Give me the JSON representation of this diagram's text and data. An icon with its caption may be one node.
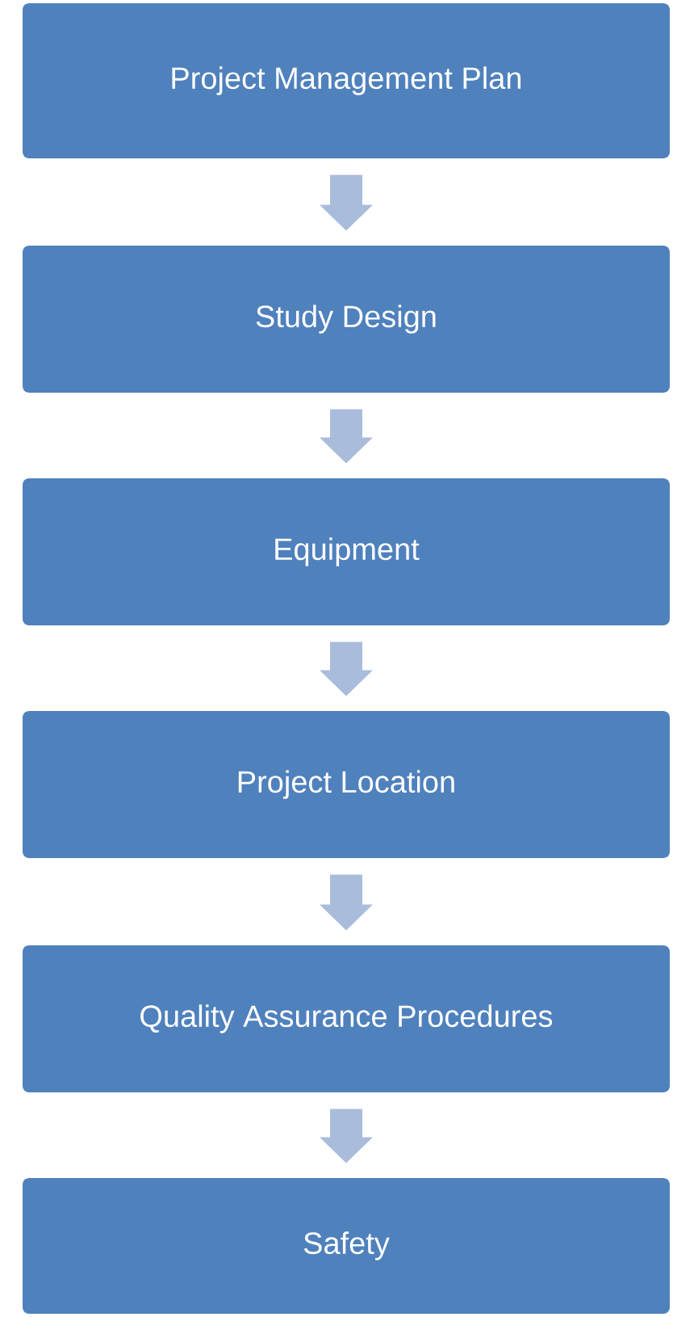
{
  "diagram": {
    "nodes": [
      {
        "text": [
          "Project Management Plan"
        ]
      },
      {
        "text": [
          "Study Design"
        ]
      },
      {
        "text": [
          "Equipment"
        ]
      },
      {
        "text": [
          "Project Location"
        ]
      },
      {
        "text": [
          "Quality Assurance Procedures"
        ]
      },
      {
        "text": [
          "Safety"
        ]
      }
    ],
    "edges": [
      {
        "from": 0,
        "to": 1,
        "arrow": "to"
      },
      {
        "from": 1,
        "to": 2,
        "arrow": "to"
      },
      {
        "from": 2,
        "to": 3,
        "arrow": "to"
      },
      {
        "from": 3,
        "to": 4,
        "arrow": "to"
      },
      {
        "from": 4,
        "to": 5,
        "arrow": "to"
      }
    ]
  }
}
